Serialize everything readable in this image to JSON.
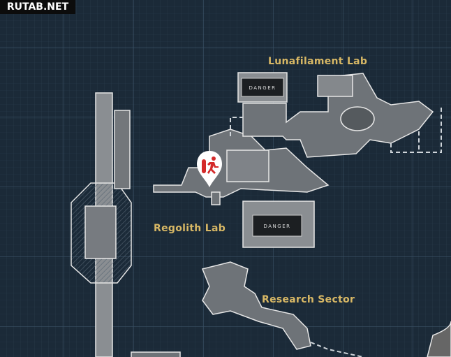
{
  "watermark": "RUTAB.NET",
  "labels": {
    "lunafilament": "Lunafilament Lab",
    "regolith": "Regolith Lab",
    "research": "Research Sector"
  },
  "danger_signs": [
    "DANGER",
    "DANGER"
  ],
  "marker": {
    "icon": "fleeing-person-door-icon",
    "color": "#d42a2a"
  },
  "colors": {
    "background": "#1b2a38",
    "label": "#d8b865",
    "structure": "#6e7378"
  }
}
